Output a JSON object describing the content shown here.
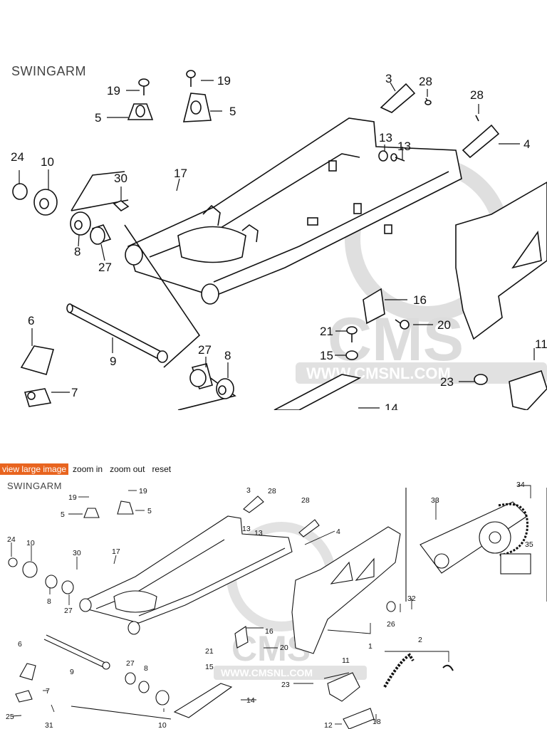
{
  "diagram_title": "SWINGARM",
  "toolbar": {
    "view_large": "view large image",
    "zoom_in": "zoom in",
    "zoom_out": "zoom out",
    "reset": "reset"
  },
  "watermark": {
    "logo": "CMS",
    "url": "WWW.CMSNL.COM"
  },
  "zoom_callouts": {
    "c1": "19",
    "c2": "19",
    "c3": "5",
    "c4": "5",
    "c5": "3",
    "c6": "28",
    "c7": "28",
    "c8": "4",
    "c9": "24",
    "c10": "10",
    "c11": "30",
    "c12": "17",
    "c13": "13",
    "c14": "13",
    "c15": "8",
    "c16": "27",
    "c17": "6",
    "c18": "9",
    "c19": "7",
    "c20": "16",
    "c21": "20",
    "c22": "21",
    "c23": "15",
    "c24": "27",
    "c25": "8",
    "c26": "23",
    "c27": "11",
    "c28": "14"
  },
  "full_callouts": {
    "f1": "19",
    "f2": "19",
    "f3": "3",
    "f4": "28",
    "f5": "5",
    "f6": "5",
    "f7": "28",
    "f8": "4",
    "f9": "33",
    "f10": "34",
    "f11": "24",
    "f12": "10",
    "f13": "30",
    "f14": "17",
    "f15": "13",
    "f16": "13",
    "f17": "35",
    "f18": "8",
    "f19": "27",
    "f20": "32",
    "f21": "26",
    "f22": "16",
    "f23": "20",
    "f24": "21",
    "f25": "15",
    "f26": "1",
    "f27": "2",
    "f28": "6",
    "f29": "9",
    "f30": "27",
    "f31": "8",
    "f32": "11",
    "f33": "23",
    "f34": "7",
    "f35": "25",
    "f36": "14",
    "f37": "18",
    "f38": "31",
    "f39": "10",
    "f40": "12"
  },
  "colors": {
    "accent": "#e8641f",
    "line": "#111111",
    "watermark": "#d9d9d9"
  }
}
